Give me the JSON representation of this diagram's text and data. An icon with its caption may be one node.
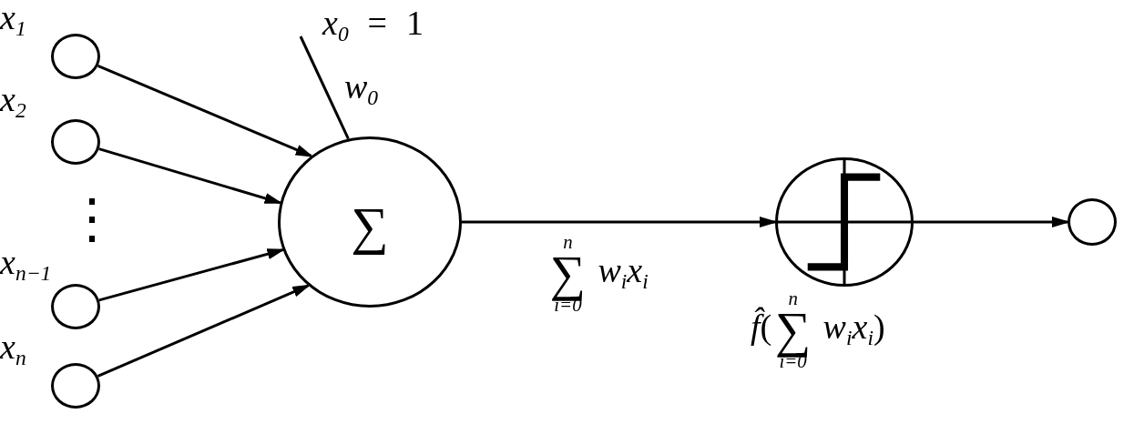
{
  "diagram": {
    "nodes": [
      {
        "text": [],
        "shape": "circle",
        "beside": [
          "x$_{1}$"
        ]
      },
      {
        "text": [],
        "shape": "circle",
        "beside": [
          "x$_{2}$"
        ]
      },
      {
        "text": [],
        "shape": "circle",
        "beside": [
          "x$_{n−1}$"
        ]
      },
      {
        "text": [],
        "shape": "circle",
        "beside": [
          "x$_{n}$"
        ]
      },
      {
        "text": [
          "∑"
        ]
      },
      {
        "text": [],
        "shape": "circle",
        "beside": [
          "*f̂*(∑$^{n}$$_{i=0}$ *w*$_{i}$*x*$_{i}$)"
        ]
      },
      {
        "text": [],
        "shape": "circle"
      }
    ],
    "edges": [
      {
        "from": 0,
        "to": 4,
        "arrow": "to"
      },
      {
        "from": 1,
        "to": 4,
        "arrow": "to"
      },
      {
        "from": 2,
        "to": 4,
        "arrow": "to"
      },
      {
        "from": 3,
        "to": 4,
        "arrow": "to"
      },
      {
        "from": null,
        "to": 4,
        "arrow": "none",
        "label": "w$_{0}$"
      },
      {
        "from": 4,
        "to": 5,
        "arrow": "to",
        "label": "∑$^{n}$$_{i=0}$ *w*$_{i}$*x*$_{i}$"
      },
      {
        "from": 5,
        "to": 6,
        "arrow": "to"
      }
    ],
    "labels": [
      "*x*$_{0}$ = 1",
      "⋮"
    ]
  }
}
